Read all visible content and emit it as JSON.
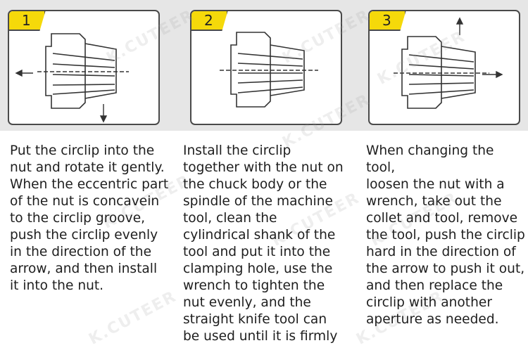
{
  "steps": [
    {
      "number": "1",
      "text": "Put the circlip into the\nnut and rotate it gently.\nWhen the eccentric part\nof the nut is concavein\nto the circlip groove,\npush the circlip evenly\nin the direction of the\narrow, and then install\nit into the nut."
    },
    {
      "number": "2",
      "text": "Install the circlip\ntogether with the nut on\nthe chuck body or the\nspindle of the machine\ntool, clean the\ncylindrical shank of the\ntool and put it into the\nclamping hole, use the\nwrench to tighten the\nnut evenly, and the\nstraight knife tool can\nbe used until it is firmly"
    },
    {
      "number": "3",
      "text": "When changing the tool,\nloosen the nut with a\nwrench, take out the\ncollet and tool, remove\nthe tool, push the circlip\nhard in the direction of\nthe arrow to push it out,\nand then replace the\ncirclip with another\naperture as needed."
    }
  ],
  "watermark": "K.CUTEER",
  "colors": {
    "badge": "#f5d90a",
    "band": "#e6e6e6",
    "border": "#4a4a4a"
  }
}
